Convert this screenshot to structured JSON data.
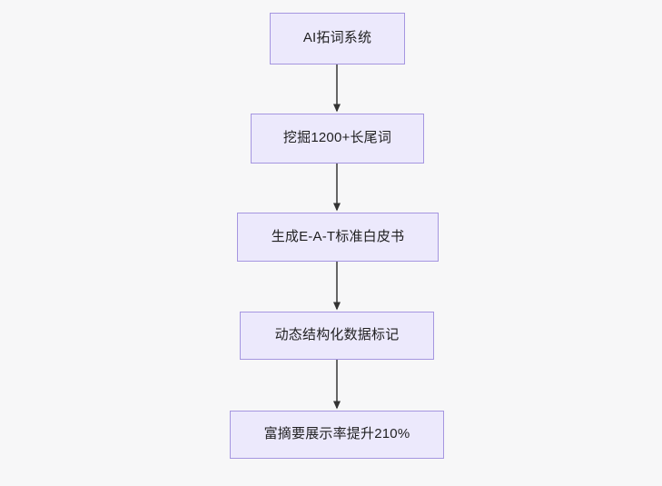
{
  "diagram": {
    "type": "flowchart",
    "direction": "top-to-bottom",
    "background_color": "#f7f7f8",
    "node_fill_color": "#ece9fc",
    "node_border_color": "#a596e0",
    "node_text_color": "#1f1f20",
    "edge_color": "#666666",
    "arrowhead_color": "#333333",
    "nodes": [
      {
        "id": "n0",
        "label": "AI拓词系统"
      },
      {
        "id": "n1",
        "label": "挖掘1200+长尾词"
      },
      {
        "id": "n2",
        "label": "生成E-A-T标准白皮书"
      },
      {
        "id": "n3",
        "label": "动态结构化数据标记"
      },
      {
        "id": "n4",
        "label": "富摘要展示率提升210%"
      }
    ],
    "edges": [
      {
        "from": "n0",
        "to": "n1",
        "label": ""
      },
      {
        "from": "n1",
        "to": "n2",
        "label": ""
      },
      {
        "from": "n2",
        "to": "n3",
        "label": ""
      },
      {
        "from": "n3",
        "to": "n4",
        "label": ""
      }
    ]
  }
}
